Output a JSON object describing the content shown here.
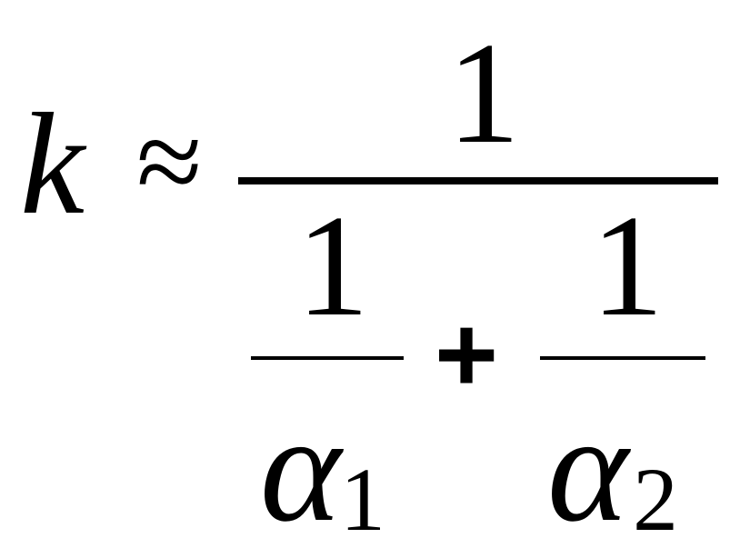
{
  "formula": {
    "lhs": "k",
    "relation": "≈",
    "numerator": "1",
    "denominator": {
      "term1": {
        "numerator": "1",
        "symbol": "α",
        "subscript": "1"
      },
      "operator": "+",
      "term2": {
        "numerator": "1",
        "symbol": "α",
        "subscript": "2"
      }
    }
  }
}
